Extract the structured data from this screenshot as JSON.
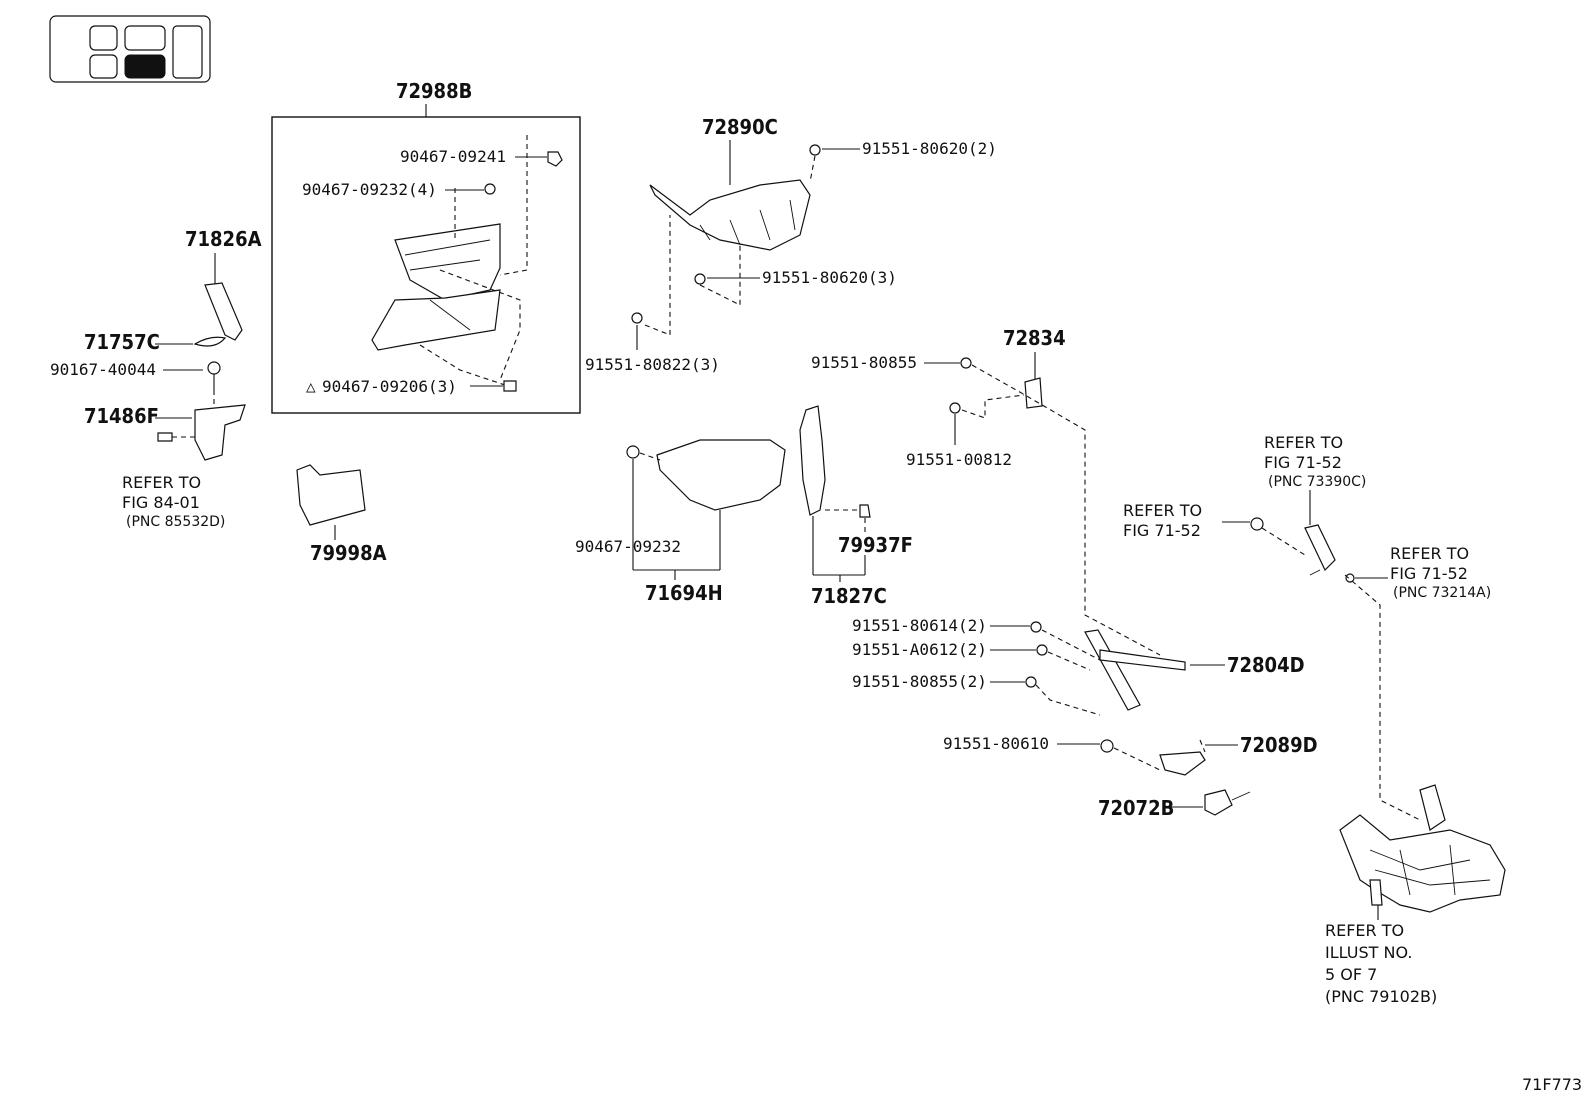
{
  "diagram": {
    "figure_id": "71F773",
    "group_box_label": "72988B",
    "labels": {
      "p72988B": "72988B",
      "p90467_09241": "90467-09241",
      "p90467_09232_4": "90467-09232(4)",
      "p90467_09206_3": "90467-09206(3)",
      "p72890C": "72890C",
      "p91551_80620_2": "91551-80620(2)",
      "p91551_80620_3": "91551-80620(3)",
      "p91551_80822_3": "91551-80822(3)",
      "p71826A": "71826A",
      "p71757C": "71757C",
      "p90167_40044": "90167-40044",
      "p71486F": "71486F",
      "p79998A": "79998A",
      "p90467_09232": "90467-09232",
      "p71694H": "71694H",
      "p79937F": "79937F",
      "p71827C": "71827C",
      "p72834": "72834",
      "p91551_80855": "91551-80855",
      "p91551_00812": "91551-00812",
      "p91551_80614_2": "91551-80614(2)",
      "p91551_A0612_2": "91551-A0612(2)",
      "p91551_80855_2": "91551-80855(2)",
      "p72804D": "72804D",
      "p91551_80610": "91551-80610",
      "p72089D": "72089D",
      "p72072B": "72072B"
    },
    "references": {
      "ref_84_01": [
        "REFER TO",
        "FIG 84-01",
        "(PNC 85532D)"
      ],
      "ref_71_52_a": [
        "REFER TO",
        "FIG 71-52",
        "(PNC 73390C)"
      ],
      "ref_71_52_b": [
        "REFER TO",
        "FIG 71-52"
      ],
      "ref_71_52_c": [
        "REFER TO",
        "FIG 71-52",
        "(PNC 73214A)"
      ],
      "ref_illust": [
        "REFER TO",
        "ILLUST NO.",
        "5 OF 7",
        "(PNC 79102B)"
      ]
    },
    "note_symbol": "△",
    "seat_map_icon": "seat-position-icon"
  }
}
